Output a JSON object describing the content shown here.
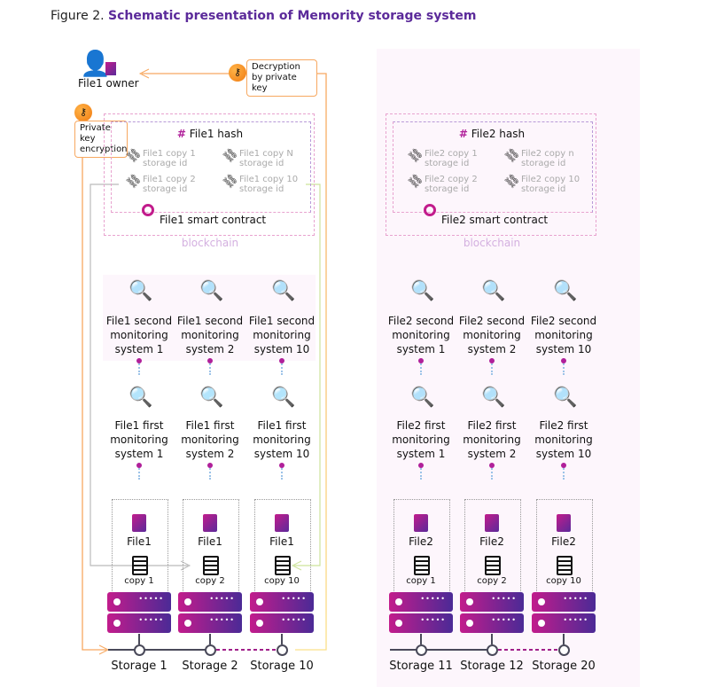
{
  "figure": {
    "prefix": "Figure 2.",
    "title": "Schematic presentation of Memority storage system"
  },
  "owner": {
    "label": "File1 owner"
  },
  "callouts": {
    "decryption": "Decryption by private key",
    "encryption": "Private key encryption"
  },
  "groups": [
    {
      "hash": "File1 hash",
      "ids": [
        "File1 copy 1 storage id",
        "File1 copy N storage id",
        "File1 copy 2 storage id",
        "File1 copy 10 storage id"
      ],
      "contract": "File1 smart contract",
      "chain": "blockchain",
      "columns": [
        {
          "second": "File1 second monitoring system 1",
          "first": "File1 first monitoring system 1",
          "file": "File1",
          "copy": "copy 1",
          "storage": "Storage 1"
        },
        {
          "second": "File1 second monitoring system 2",
          "first": "File1 first monitoring system 2",
          "file": "File1",
          "copy": "copy 2",
          "storage": "Storage 2"
        },
        {
          "second": "File1 second monitoring system 10",
          "first": "File1 first monitoring system 10",
          "file": "File1",
          "copy": "copy 10",
          "storage": "Storage 10"
        }
      ]
    },
    {
      "hash": "File2 hash",
      "ids": [
        "File2 copy 1 storage id",
        "File2 copy n storage id",
        "File2 copy 2 storage id",
        "File2 copy 10 storage id"
      ],
      "contract": "File2 smart contract",
      "chain": "blockchain",
      "columns": [
        {
          "second": "File2 second monitoring system 1",
          "first": "File2 first monitoring system 1",
          "file": "File2",
          "copy": "copy 1",
          "storage": "Storage 11"
        },
        {
          "second": "File2 second monitoring system 2",
          "first": "File2 first monitoring system 2",
          "file": "File2",
          "copy": "copy 2",
          "storage": "Storage 12"
        },
        {
          "second": "File2 second monitoring system 10",
          "first": "File2 first monitoring system 10",
          "file": "File2",
          "copy": "copy 10",
          "storage": "Storage 20"
        }
      ]
    }
  ],
  "colors": {
    "accent": "#5b2a9a",
    "magenta": "#c21c8c",
    "orange": "#f7a860"
  }
}
